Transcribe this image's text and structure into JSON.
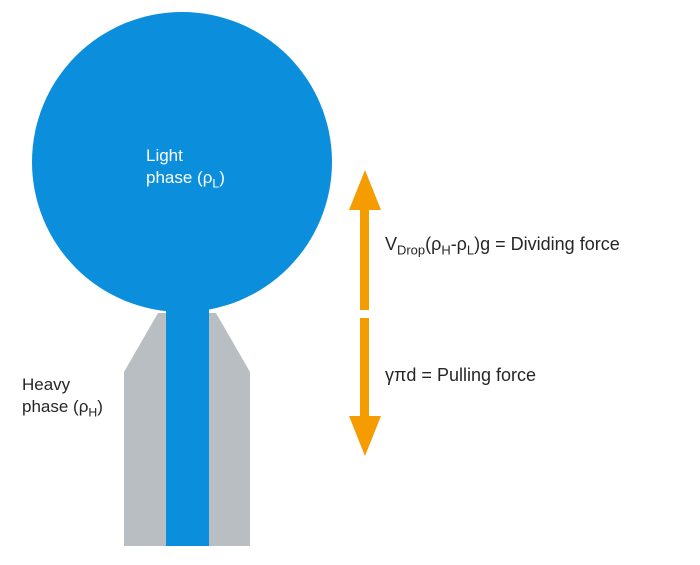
{
  "colors": {
    "drop": "#0b8fdc",
    "nozzle": "#b8bec2",
    "arrow": "#f59c00",
    "text_dark": "#262626",
    "text_light": "#ffffff"
  },
  "light_phase": {
    "line1": "Light",
    "line2_prefix": "phase (ρ",
    "line2_sub": "L",
    "line2_suffix": ")"
  },
  "heavy_phase": {
    "line1": "Heavy",
    "line2_prefix": "phase (ρ",
    "line2_sub": "H",
    "line2_suffix": ")"
  },
  "dividing_force": {
    "v": "V",
    "v_sub": "Drop",
    "open": "(ρ",
    "rho_h_sub": "H",
    "minus": "-ρ",
    "rho_l_sub": "L",
    "tail": ")g = Dividing force"
  },
  "pulling_force": {
    "text": "γπd = Pulling force"
  }
}
